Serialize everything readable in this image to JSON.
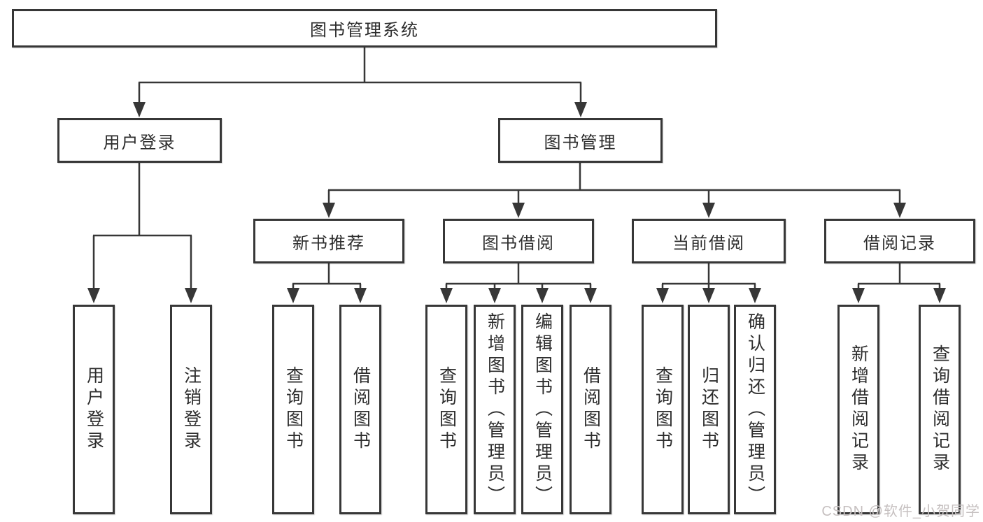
{
  "tree": {
    "root": {
      "label": "图书管理系统"
    },
    "level2": [
      {
        "label": "用户登录",
        "children": [
          {
            "label": "用户登录"
          },
          {
            "label": "注销登录"
          }
        ]
      },
      {
        "label": "图书管理",
        "children": [
          {
            "label": "新书推荐",
            "children": [
              {
                "label": "查询图书"
              },
              {
                "label": "借阅图书"
              }
            ]
          },
          {
            "label": "图书借阅",
            "children": [
              {
                "label": "查询图书"
              },
              {
                "label": "新增图书（管理员）"
              },
              {
                "label": "编辑图书（管理员）"
              },
              {
                "label": "借阅图书"
              }
            ]
          },
          {
            "label": "当前借阅",
            "children": [
              {
                "label": "查询图书"
              },
              {
                "label": "归还图书"
              },
              {
                "label": "确认归还（管理员）"
              }
            ]
          },
          {
            "label": "借阅记录",
            "children": [
              {
                "label": "新增借阅记录"
              },
              {
                "label": "查询借阅记录"
              }
            ]
          }
        ]
      }
    ]
  },
  "watermark": "CSDN @软件_小贺同学",
  "colors": {
    "line": "#373737",
    "text": "#2d2d2d",
    "background": "#ffffff",
    "watermark": "#c6c0c0"
  }
}
